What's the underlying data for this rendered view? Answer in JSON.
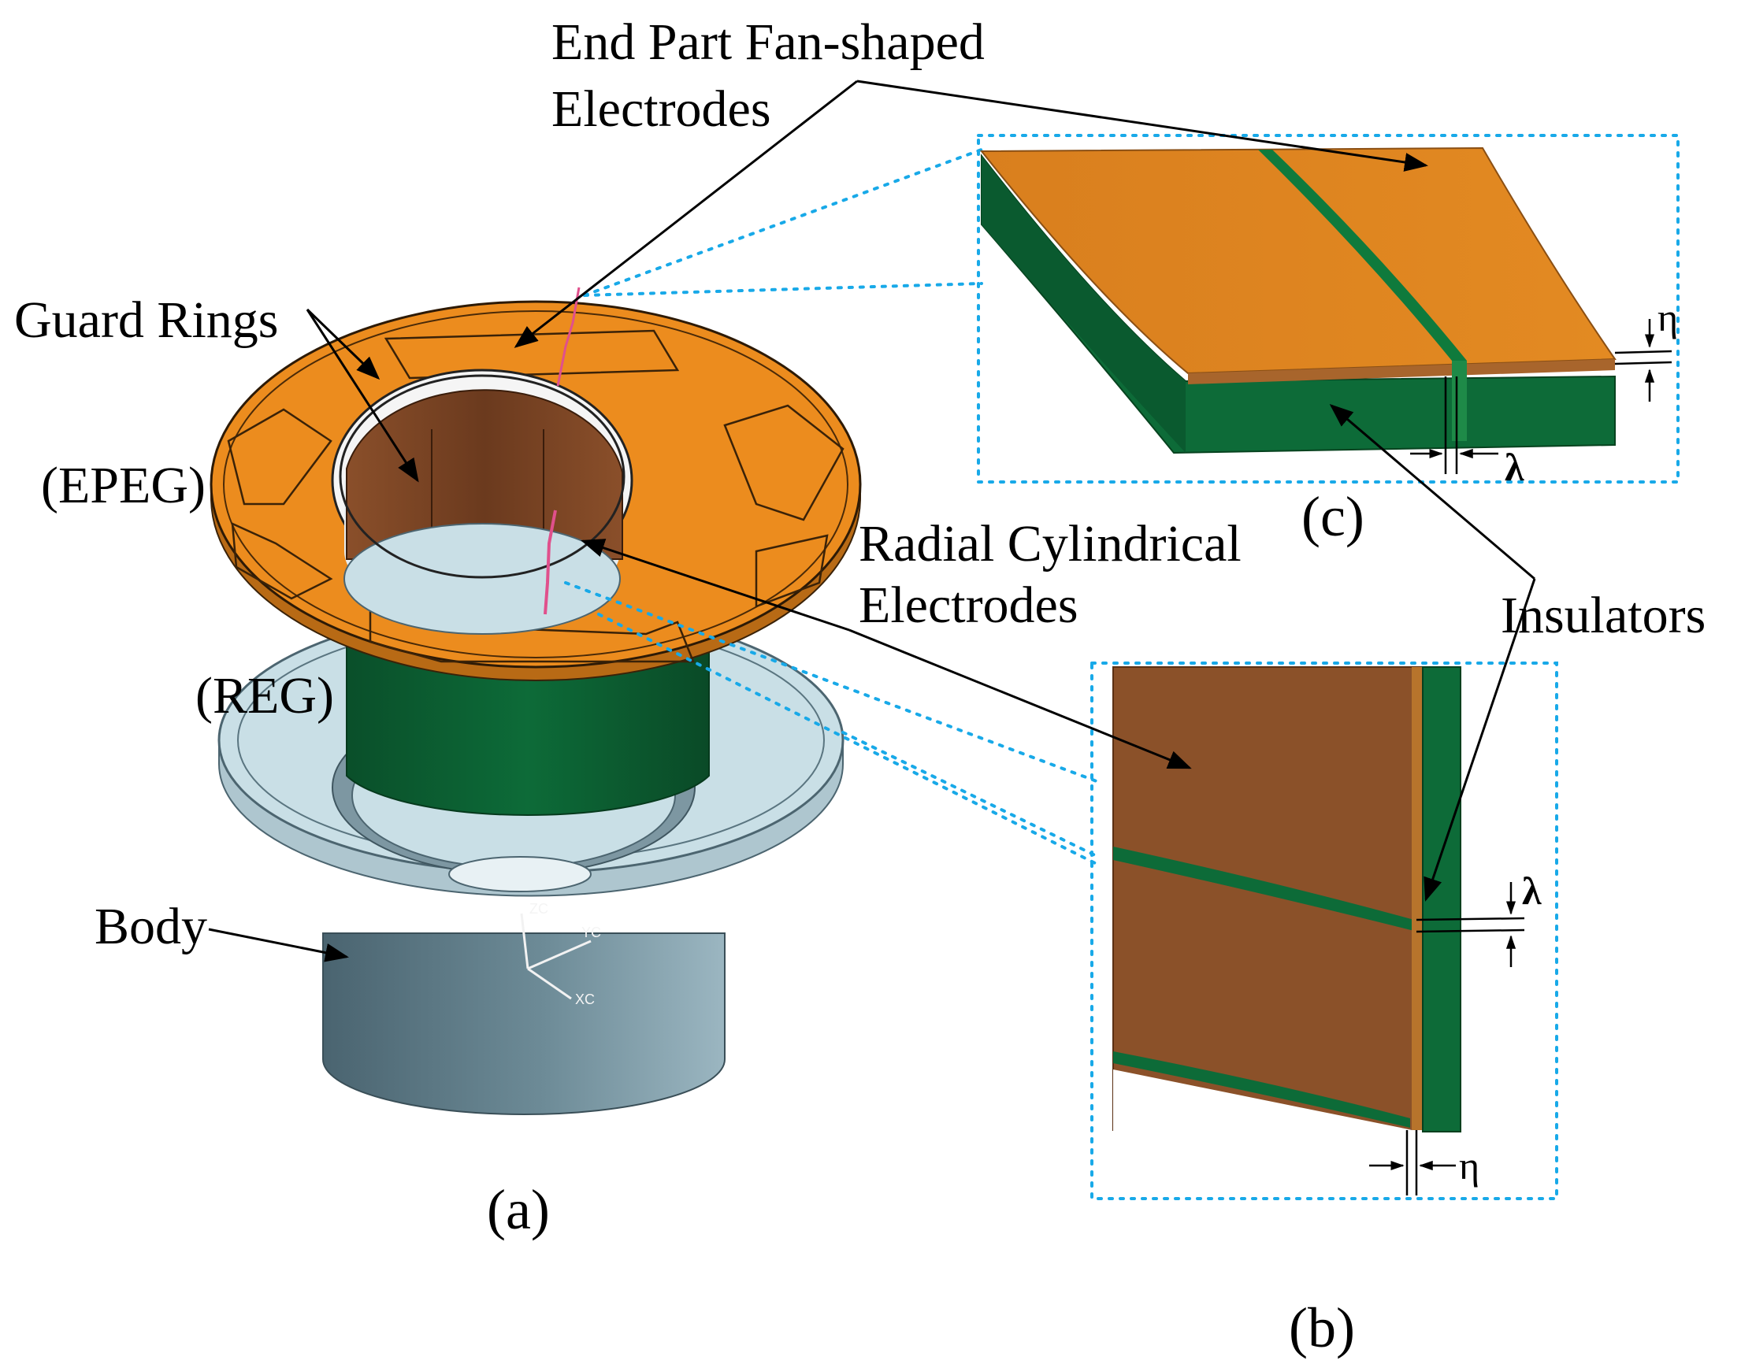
{
  "labels": {
    "end_part": [
      "End Part Fan-shaped",
      "Electrodes"
    ],
    "guard_rings": "Guard Rings",
    "epeg": "(EPEG)",
    "reg": "(REG)",
    "radial": [
      "Radial Cylindrical",
      "Electrodes"
    ],
    "insulators": "Insulators",
    "body": "Body"
  },
  "panels": {
    "a": "(a)",
    "b": "(b)",
    "c": "(c)"
  },
  "symbols": {
    "eta": "η",
    "lambda": "λ"
  },
  "axis_tags": {
    "zc": "ZC",
    "yc": "YC",
    "xc": "XC"
  },
  "colors": {
    "electrode_orange": "#e0821c",
    "electrode_brown": "#8b5129",
    "insulator_green": "#0c6a38",
    "body_light": "#c9dfe6",
    "body_dark": "#5e7a86",
    "callout_dotted": "#18a9e8"
  }
}
